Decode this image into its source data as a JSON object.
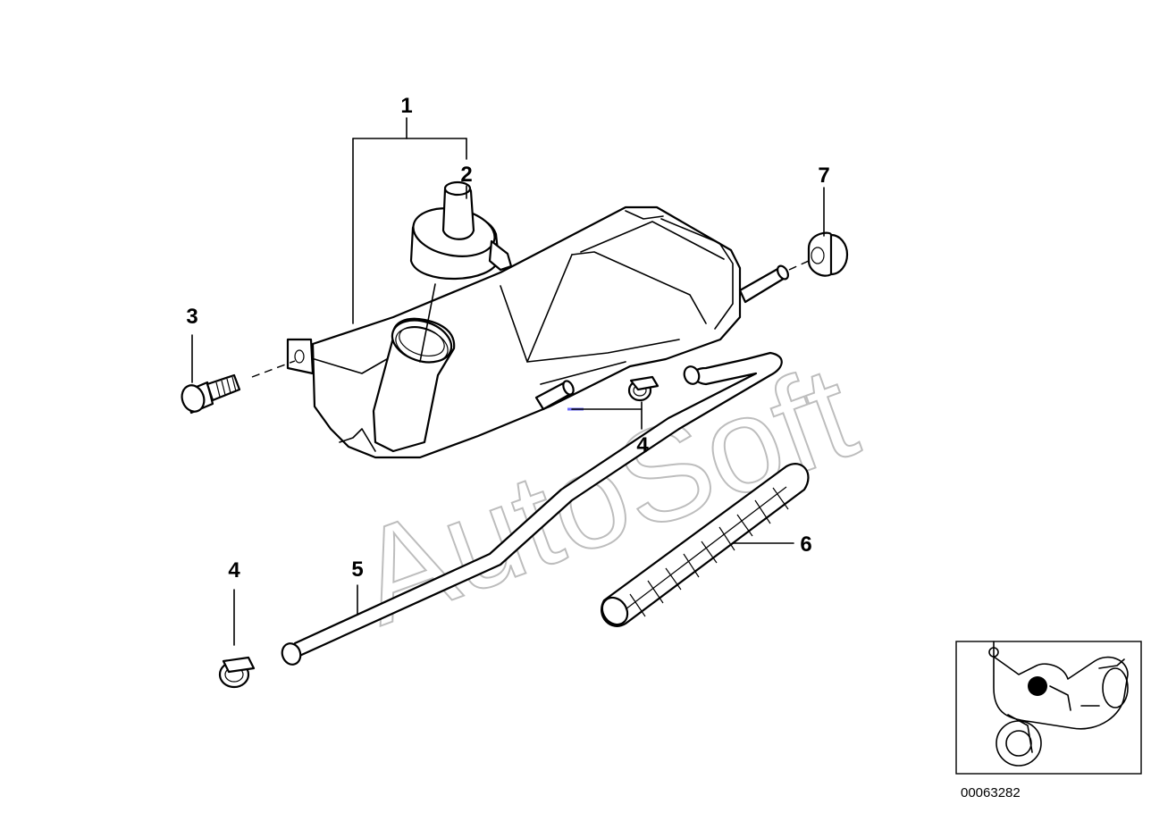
{
  "callouts": [
    {
      "id": "1",
      "label": "1"
    },
    {
      "id": "2",
      "label": "2"
    },
    {
      "id": "3",
      "label": "3"
    },
    {
      "id": "4a",
      "label": "4"
    },
    {
      "id": "4b",
      "label": "4"
    },
    {
      "id": "5",
      "label": "5"
    },
    {
      "id": "6",
      "label": "6"
    },
    {
      "id": "7",
      "label": "7"
    }
  ],
  "watermark": "AutoSoft",
  "doc_number": "00063282",
  "colors": {
    "ink": "#000000",
    "watermark": "#bdbdbd",
    "accent_dash": "#6b6bff"
  },
  "icons": [
    "motorcycle-locator-icon"
  ]
}
